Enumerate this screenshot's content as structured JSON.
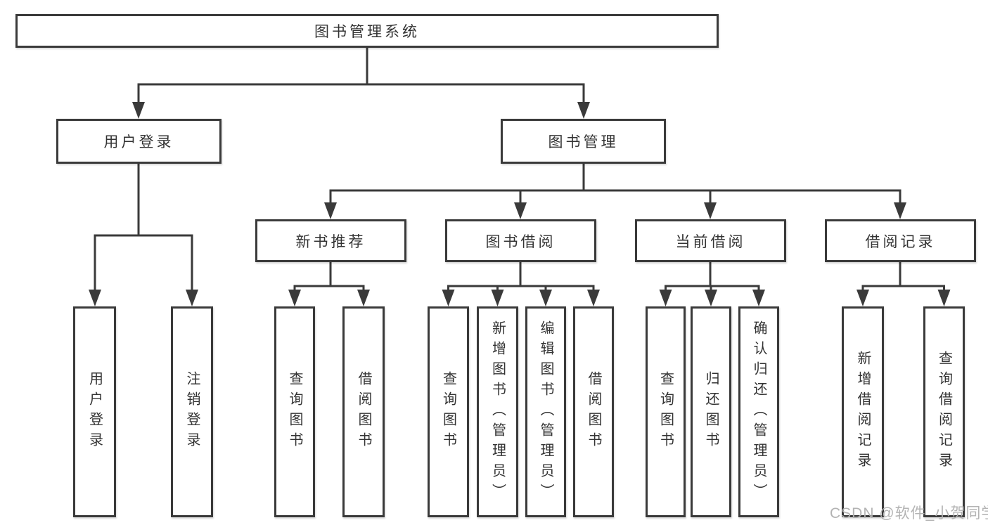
{
  "tree": {
    "root": {
      "label": "图书管理系统"
    },
    "branches": [
      {
        "label": "用户登录",
        "leaves": [
          {
            "label": "用户登录"
          },
          {
            "label": "注销登录"
          }
        ]
      },
      {
        "label": "图书管理",
        "groups": [
          {
            "label": "新书推荐",
            "leaves": [
              {
                "label": "查询图书"
              },
              {
                "label": "借阅图书"
              }
            ]
          },
          {
            "label": "图书借阅",
            "leaves": [
              {
                "label": "查询图书"
              },
              {
                "label": "新增图书（管理员）"
              },
              {
                "label": "编辑图书（管理员）"
              },
              {
                "label": "借阅图书"
              }
            ]
          },
          {
            "label": "当前借阅",
            "leaves": [
              {
                "label": "查询图书"
              },
              {
                "label": "归还图书"
              },
              {
                "label": "确认归还（管理员）"
              }
            ]
          },
          {
            "label": "借阅记录",
            "leaves": [
              {
                "label": "新增借阅记录"
              },
              {
                "label": "查询借阅记录"
              }
            ]
          }
        ]
      }
    ]
  },
  "watermark": {
    "text": "CSDN @软件_小贺同学"
  },
  "colors": {
    "line": "#3a3a3a",
    "text": "#333333",
    "background": "#ffffff",
    "watermark": "#b3b3b3"
  }
}
